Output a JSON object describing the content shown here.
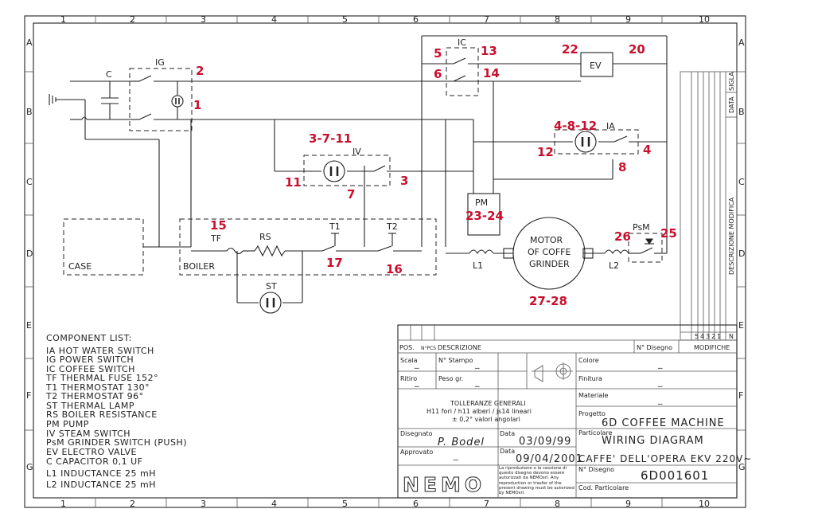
{
  "frame": {
    "col_numbers": [
      "1",
      "2",
      "3",
      "4",
      "5",
      "6",
      "7",
      "8",
      "9",
      "10"
    ],
    "row_letters": [
      "A",
      "B",
      "C",
      "D",
      "E",
      "F",
      "G"
    ]
  },
  "components": {
    "ig": "IG",
    "c": "C",
    "ic": "IC",
    "ev": "EV",
    "ia": "IA",
    "iv": "IV",
    "pm": "PM",
    "psm": "PsM",
    "case": "CASE",
    "boiler": "BOILER",
    "tf": "TF",
    "rs": "RS",
    "t1": "T1",
    "t2": "T2",
    "st": "ST",
    "l1": "L1",
    "l2": "L2",
    "motor": [
      "MOTOR",
      "OF COFFE",
      "GRINDER"
    ]
  },
  "callouts": {
    "n2": "2",
    "n1": "1",
    "n5": "5",
    "n13": "13",
    "n6": "6",
    "n14": "14",
    "n22": "22",
    "n20": "20",
    "n4812": "4-8-12",
    "n12": "12",
    "n4": "4",
    "n8": "8",
    "n3711": "3-7-11",
    "n11": "11",
    "n7": "7",
    "n3": "3",
    "n2324": "23-24",
    "n15": "15",
    "n17": "17",
    "n16": "16",
    "n26": "26",
    "n25": "25",
    "n2728": "27-28"
  },
  "component_list": {
    "title": "COMPONENT LIST:",
    "items": [
      "IA HOT WATER SWITCH",
      "IG POWER SWITCH",
      "IC COFFEE SWITCH",
      "TF THERMAL FUSE 152°",
      "T1 THERMOSTAT 130°",
      "T2 THERMOSTAT 96°",
      "ST THERMAL LAMP",
      "RS BOILER RESISTANCE",
      "PM PUMP",
      "IV STEAM SWITCH",
      "PsM GRINDER SWITCH (PUSH)",
      "EV ELECTRO VALVE",
      "C CAPACITOR 0,1 UF",
      "L1 INDUCTANCE 25 mH",
      "L2 INDUCTANCE 25 mH"
    ]
  },
  "revision_block": {
    "sigla": "SIGLA",
    "data": "DATA",
    "descrizione": "DESCRIZIONE MODIFICA",
    "numbers": [
      "5",
      "4",
      "3",
      "2",
      "1",
      "N"
    ],
    "modifiche": "MODIFICHE"
  },
  "title_block": {
    "pos": "POS.",
    "npcs": "N°PCS",
    "descrizione": "DESCRIZIONE",
    "n_disegno_col": "N° Disegno",
    "scala": "Scala",
    "n_stampo": "N° Stampo",
    "colore": "Colore",
    "ritiro": "Ritiro",
    "peso": "Peso gr.",
    "finitura": "Finitura",
    "dash": "_",
    "materiale": "Materiale",
    "tolleranze_title": "TOLLERANZE GENERALI",
    "tolleranze_line1": "H11 fori / h11 alberi / js14 lineari",
    "tolleranze_line2": "± 0,2° valori angolari",
    "progetto_label": "Progetto",
    "progetto_value": "6D COFFEE MACHINE",
    "disegnato_label": "Disegnato",
    "disegnato_value": "P. Bodel",
    "data_label": "Data",
    "data_value1": "03/09/99",
    "particolare_label": "Particolare",
    "particolare_value": "WIRING DIAGRAM",
    "approvato_label": "Approvato",
    "data_value2": "09/04/2001",
    "subtitle": "CAFFE' DELL'OPERA EKV 220V~",
    "notice_it": "La riproduzione o la cessione di questo disegno devono essere autorizzati da NEMOsrl.",
    "notice_en": "Any reproduction or trasfer of the present drawing must be autorized by NEMOsrl.",
    "n_disegno_label": "N° Disegno",
    "n_disegno_value": "6D001601",
    "cod_label": "Cod. Particolare",
    "logo": "NEMO"
  }
}
